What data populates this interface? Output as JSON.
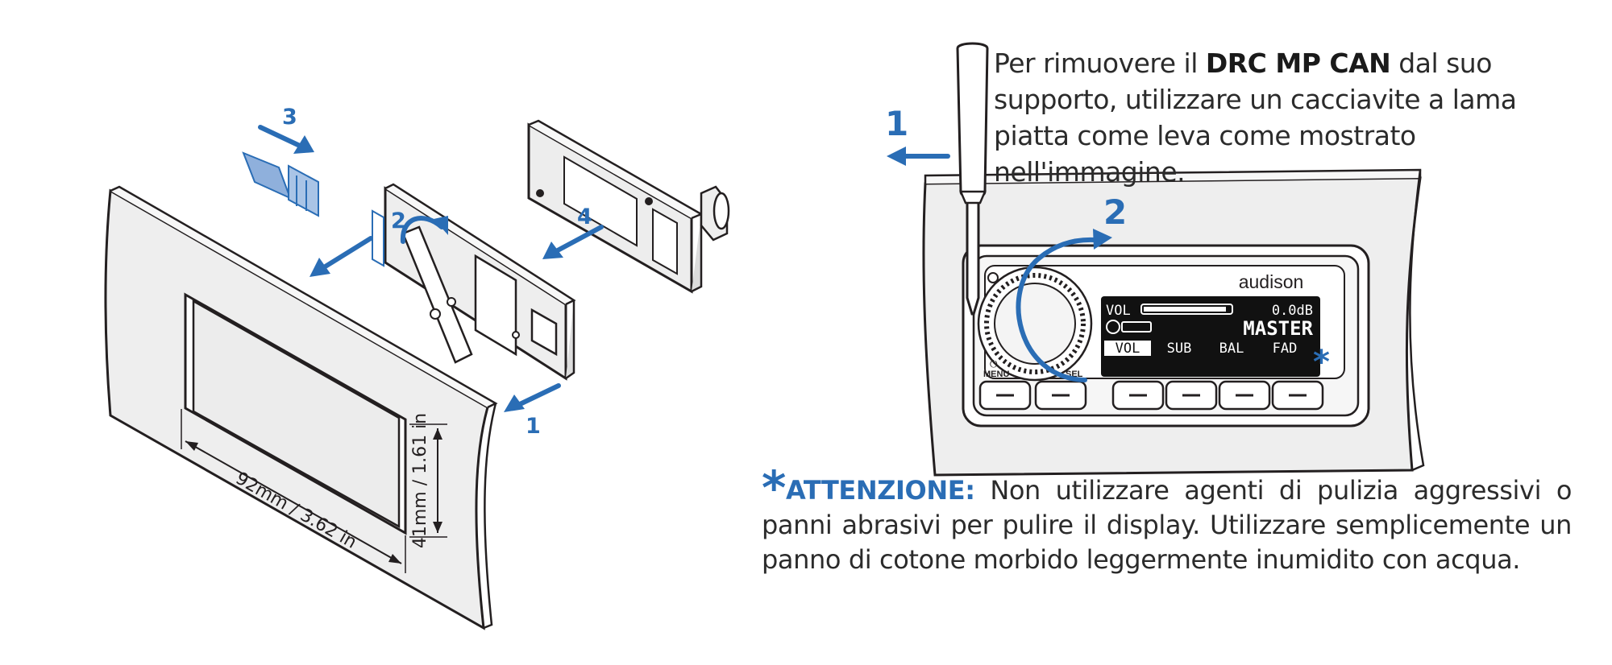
{
  "colors": {
    "accent_blue": "#2a6db5",
    "light_blue": "#8fb0dc",
    "panel_fill": "#eeeeee",
    "line": "#231f20",
    "display_bg": "#111111"
  },
  "left_diagram": {
    "step_labels": [
      "1",
      "2",
      "3",
      "4"
    ],
    "dim_width": "92mm / 3.62 in",
    "dim_height": "41mm / 1.61 in"
  },
  "right_diagram": {
    "step_labels": [
      "1",
      "2"
    ],
    "brand": "audison",
    "display": {
      "vol_label": "VOL",
      "vol_value": "0.0dB",
      "mode": "MASTER",
      "tabs": [
        "VOL",
        "SUB",
        "BAL",
        "FAD"
      ]
    },
    "menu_label": "MENU",
    "sel_label": "SEL",
    "asterisk": "*"
  },
  "instructions": {
    "before": "Per rimuovere il ",
    "product": "DRC MP CAN",
    "after": " dal suo supporto, utilizzare un cacciavite a lama piatta come leva come mostrato nell'immagine."
  },
  "warning": {
    "star": "*",
    "label": "ATTENZIONE:",
    "text": " Non utilizzare agenti di pulizia aggressivi o panni abrasivi per pulire il display. Utilizzare semplicemente un panno di cotone morbido leggermente inumidito con acqua."
  }
}
